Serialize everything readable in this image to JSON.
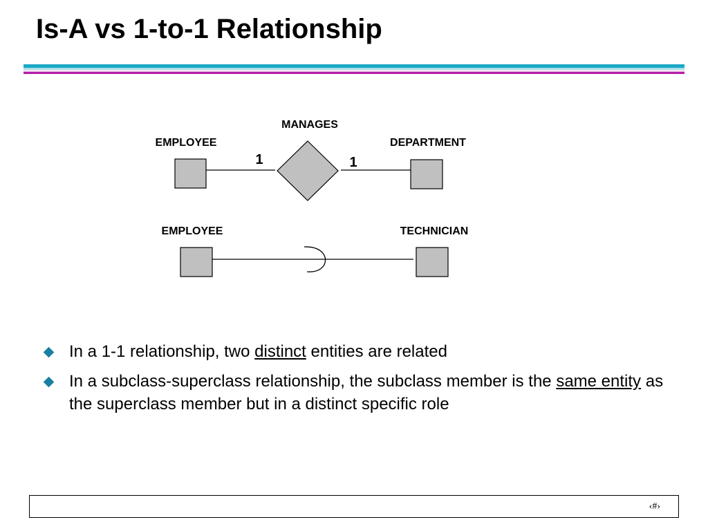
{
  "slide": {
    "title": "Is-A vs 1-to-1 Relationship",
    "accent_colors": {
      "rule_top": "#19a9c6",
      "rule_bottom": "#b21da6",
      "bullet": "#1a7fa0",
      "entity_fill": "#c0c0c0"
    }
  },
  "diagram_one": {
    "entity_left": "EMPLOYEE",
    "relationship": "MANAGES",
    "entity_right": "DEPARTMENT",
    "cardinality_left": "1",
    "cardinality_right": "1"
  },
  "diagram_two": {
    "entity_left": "EMPLOYEE",
    "entity_right": "TECHNICIAN",
    "connector": "subset-symbol"
  },
  "bullets": [
    {
      "before": "In a 1-1 relationship, two ",
      "emph": "distinct",
      "after": " entities are related",
      "icon": "diamond-bullet-icon"
    },
    {
      "before": "In a subclass-superclass relationship, the subclass member is the ",
      "emph": "same entity",
      "after": " as the superclass member but in a distinct specific role",
      "icon": "diamond-bullet-icon"
    }
  ],
  "footer": {
    "slide_number": "‹#›"
  }
}
